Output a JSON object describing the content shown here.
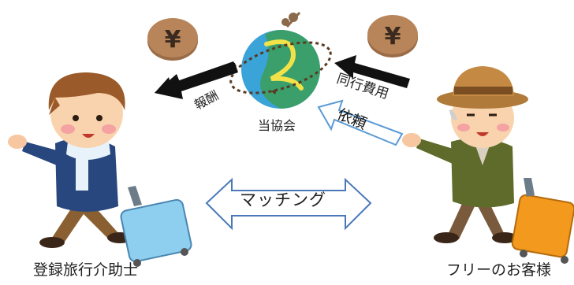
{
  "labels": {
    "left_person": "登録旅行介助士",
    "right_person": "フリーのお客様",
    "association": "当協会",
    "fee": "同行費用",
    "request": "依頼",
    "payment": "報酬",
    "matching": "マッチング"
  },
  "coins": {
    "symbol": "¥",
    "color": "#b8845a"
  },
  "colors": {
    "black_arrow": "#111111",
    "request_arrow_border": "#5b9bd5",
    "matching_arrow_border": "#4a78b8",
    "globe_blue": "#3aa3d8",
    "globe_green": "#3a9f6b",
    "left_suitcase": "#8ecfef",
    "right_suitcase": "#f39a1e"
  }
}
